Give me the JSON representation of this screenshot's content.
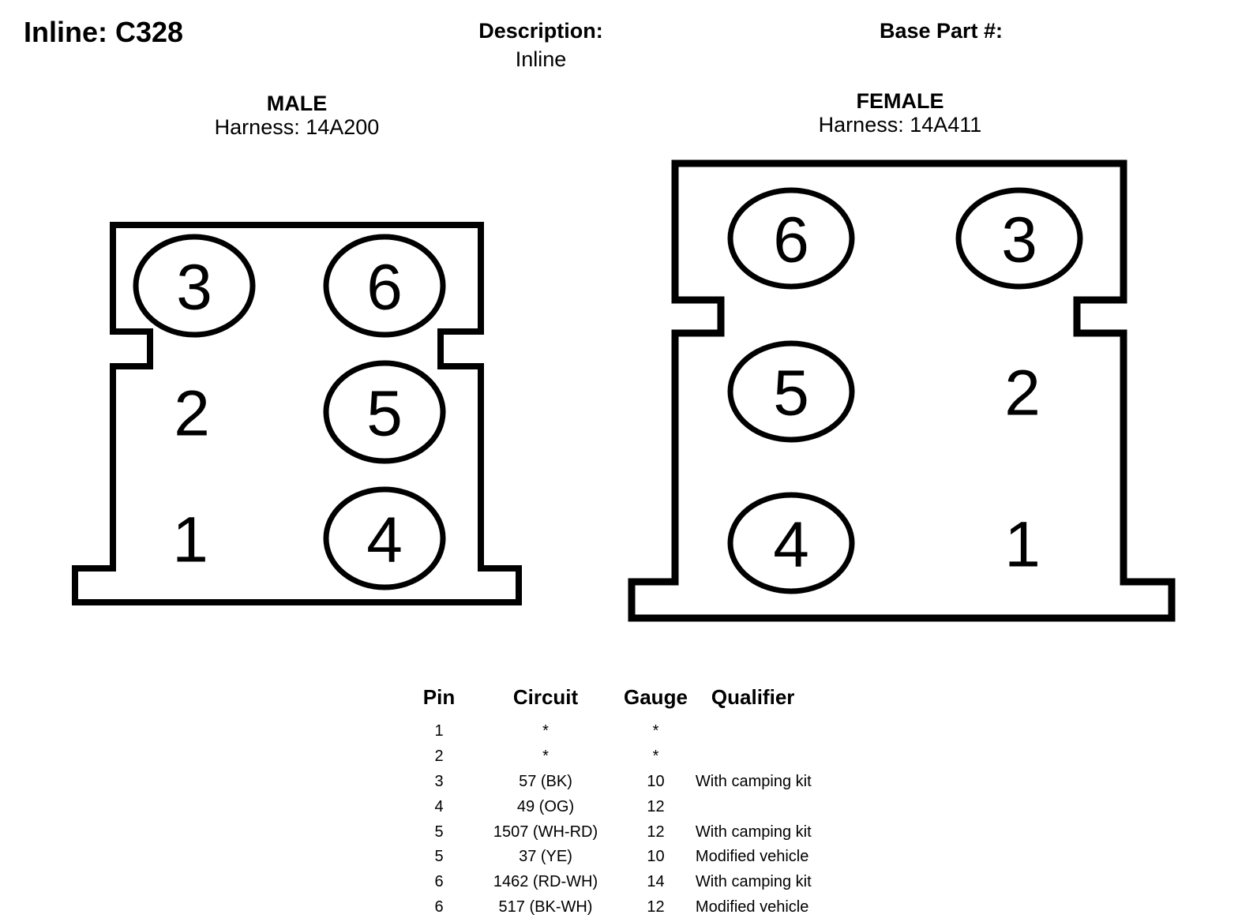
{
  "header": {
    "title": "Inline: C328",
    "description_label": "Description:",
    "description_value": "Inline",
    "base_part_label": "Base Part #:"
  },
  "male": {
    "label": "MALE",
    "harness": "Harness: 14A200",
    "pins": [
      {
        "number": "3",
        "circled": true
      },
      {
        "number": "6",
        "circled": true
      },
      {
        "number": "2",
        "circled": false
      },
      {
        "number": "5",
        "circled": true
      },
      {
        "number": "1",
        "circled": false
      },
      {
        "number": "4",
        "circled": true
      }
    ]
  },
  "female": {
    "label": "FEMALE",
    "harness": "Harness: 14A411",
    "pins": [
      {
        "number": "6",
        "circled": true
      },
      {
        "number": "3",
        "circled": true
      },
      {
        "number": "5",
        "circled": true
      },
      {
        "number": "2",
        "circled": false
      },
      {
        "number": "4",
        "circled": true
      },
      {
        "number": "1",
        "circled": false
      }
    ]
  },
  "table": {
    "headers": [
      "Pin",
      "Circuit",
      "Gauge",
      "Qualifier"
    ],
    "rows": [
      [
        "1",
        "*",
        "*",
        ""
      ],
      [
        "2",
        "*",
        "*",
        ""
      ],
      [
        "3",
        "57 (BK)",
        "10",
        "With camping kit"
      ],
      [
        "4",
        "49 (OG)",
        "12",
        ""
      ],
      [
        "5",
        "1507 (WH-RD)",
        "12",
        "With camping kit"
      ],
      [
        "5",
        "37 (YE)",
        "10",
        "Modified vehicle"
      ],
      [
        "6",
        "1462 (RD-WH)",
        "14",
        "With camping kit"
      ],
      [
        "6",
        "517 (BK-WH)",
        "12",
        "Modified vehicle"
      ]
    ]
  }
}
